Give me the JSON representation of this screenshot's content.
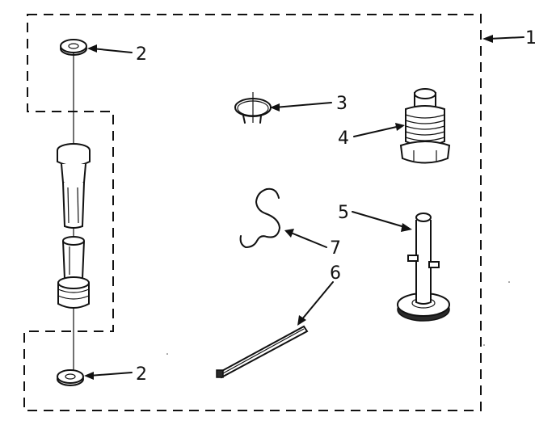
{
  "diagram": {
    "callouts": [
      {
        "id": "kit",
        "label": "1"
      },
      {
        "id": "washer-top",
        "label": "2"
      },
      {
        "id": "washer-bottom",
        "label": "2"
      },
      {
        "id": "clamp-ring",
        "label": "3"
      },
      {
        "id": "leveling-leg",
        "label": "4"
      },
      {
        "id": "rod-support",
        "label": "5"
      },
      {
        "id": "wire-rod",
        "label": "6"
      },
      {
        "id": "s-hook",
        "label": "7"
      }
    ]
  }
}
